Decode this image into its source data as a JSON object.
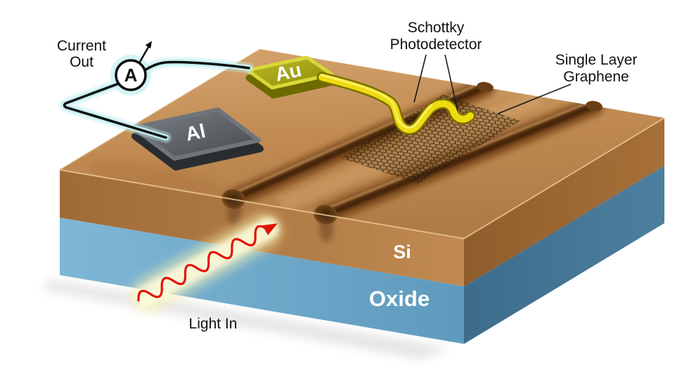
{
  "figure": {
    "labels": {
      "current_out": [
        "Current",
        "Out"
      ],
      "ammeter": "A",
      "schottky": [
        "Schottky",
        "Photodetector"
      ],
      "single_layer_graphene": [
        "Single Layer",
        "Graphene"
      ],
      "au_pad": "Au",
      "al_pad": "Al",
      "si_layer": "Si",
      "oxide_layer": "Oxide",
      "light_in": "Light In"
    },
    "colors": {
      "si_top": "#c8935c",
      "si_front": "#ad7742",
      "si_side": "#8f5d2c",
      "oxide_front": "#6fa9c9",
      "oxide_side": "#427192",
      "groove_dark": "#5a3311",
      "graphene_mesh": "#241806",
      "au_pad_top": "#a7a312",
      "au_pad_side": "#6e6a00",
      "au_trace": "#eeda10",
      "al_pad_top": "#5d6267",
      "al_pad_side": "#2a2d30",
      "wire": "#0d0d0d",
      "wire_glow": "#c3eff1",
      "ammeter_face": "#ffffff",
      "light_wave": "#e31208",
      "light_glow": "#f8f1b0",
      "label_text": "#111111",
      "layer_label_text": "#ffffff"
    }
  }
}
